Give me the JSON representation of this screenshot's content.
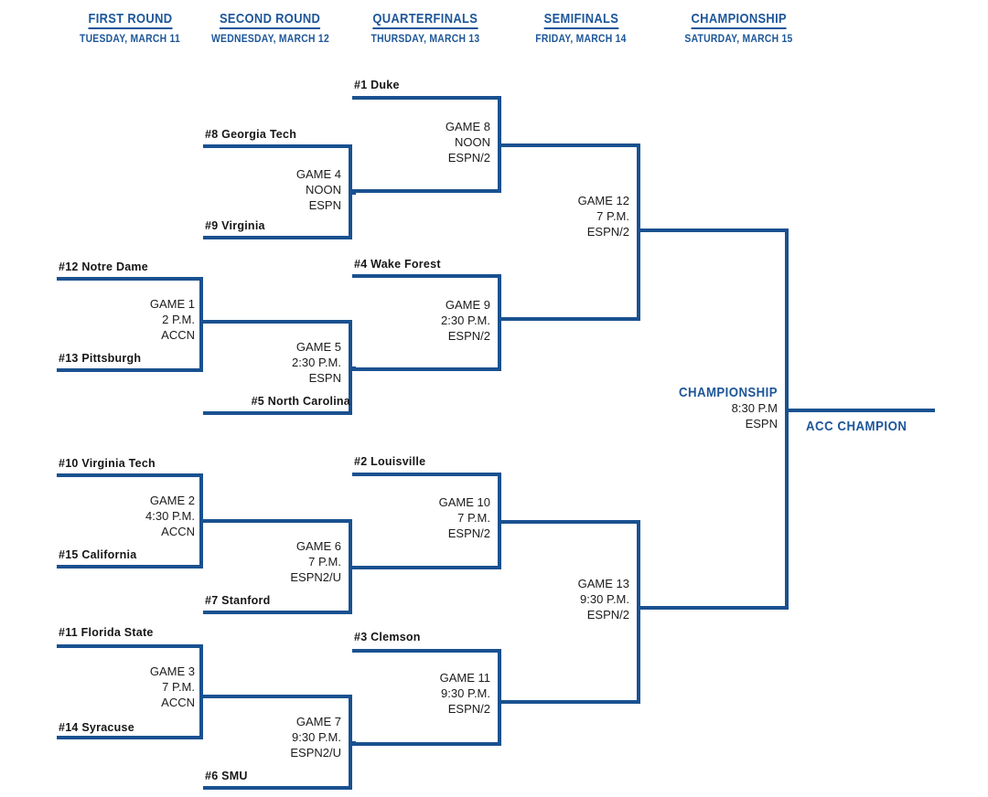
{
  "tournament": {
    "champion_label": "ACC CHAMPION",
    "accent_blue": "#1a5190",
    "header_blue": "#1d5699",
    "text_black": "#161616"
  },
  "rounds": [
    {
      "name": "FIRST ROUND",
      "date": "TUESDAY, MARCH 11"
    },
    {
      "name": "SECOND ROUND",
      "date": "WEDNESDAY, MARCH 12"
    },
    {
      "name": "QUARTERFINALS",
      "date": "THURSDAY, MARCH 13"
    },
    {
      "name": "SEMIFINALS",
      "date": "FRIDAY, MARCH 14"
    },
    {
      "name": "CHAMPIONSHIP",
      "date": "SATURDAY, MARCH 15"
    }
  ],
  "teams": {
    "duke": "#1 Duke",
    "georgia_tech": "#8 Georgia Tech",
    "virginia": "#9 Virginia",
    "notre_dame": "#12 Notre Dame",
    "pittsburgh": "#13 Pittsburgh",
    "north_carolina": "#5 North Carolina",
    "wake_forest": "#4 Wake Forest",
    "virginia_tech": "#10 Virginia Tech",
    "california": "#15 California",
    "stanford": "#7 Stanford",
    "louisville": "#2 Louisville",
    "florida_state": "#11 Florida State",
    "syracuse": "#14 Syracuse",
    "smu": "#6 SMU",
    "clemson": "#3 Clemson"
  },
  "games": {
    "g1": {
      "name": "GAME 1",
      "time": "2 P.M.",
      "network": "ACCN"
    },
    "g2": {
      "name": "GAME 2",
      "time": "4:30 P.M.",
      "network": "ACCN"
    },
    "g3": {
      "name": "GAME 3",
      "time": "7 P.M.",
      "network": "ACCN"
    },
    "g4": {
      "name": "GAME 4",
      "time": "NOON",
      "network": "ESPN"
    },
    "g5": {
      "name": "GAME 5",
      "time": "2:30 P.M.",
      "network": "ESPN"
    },
    "g6": {
      "name": "GAME 6",
      "time": "7 P.M.",
      "network": "ESPN2/U"
    },
    "g7": {
      "name": "GAME 7",
      "time": "9:30 P.M.",
      "network": "ESPN2/U"
    },
    "g8": {
      "name": "GAME 8",
      "time": "NOON",
      "network": "ESPN/2"
    },
    "g9": {
      "name": "GAME 9",
      "time": "2:30 P.M.",
      "network": "ESPN/2"
    },
    "g10": {
      "name": "GAME 10",
      "time": "7 P.M.",
      "network": "ESPN/2"
    },
    "g11": {
      "name": "GAME 11",
      "time": "9:30 P.M.",
      "network": "ESPN/2"
    },
    "g12": {
      "name": "GAME 12",
      "time": "7 P.M.",
      "network": "ESPN/2"
    },
    "g13": {
      "name": "GAME 13",
      "time": "9:30 P.M.",
      "network": "ESPN/2"
    },
    "final": {
      "name": "CHAMPIONSHIP",
      "time": "8:30 P.M",
      "network": "ESPN"
    }
  }
}
